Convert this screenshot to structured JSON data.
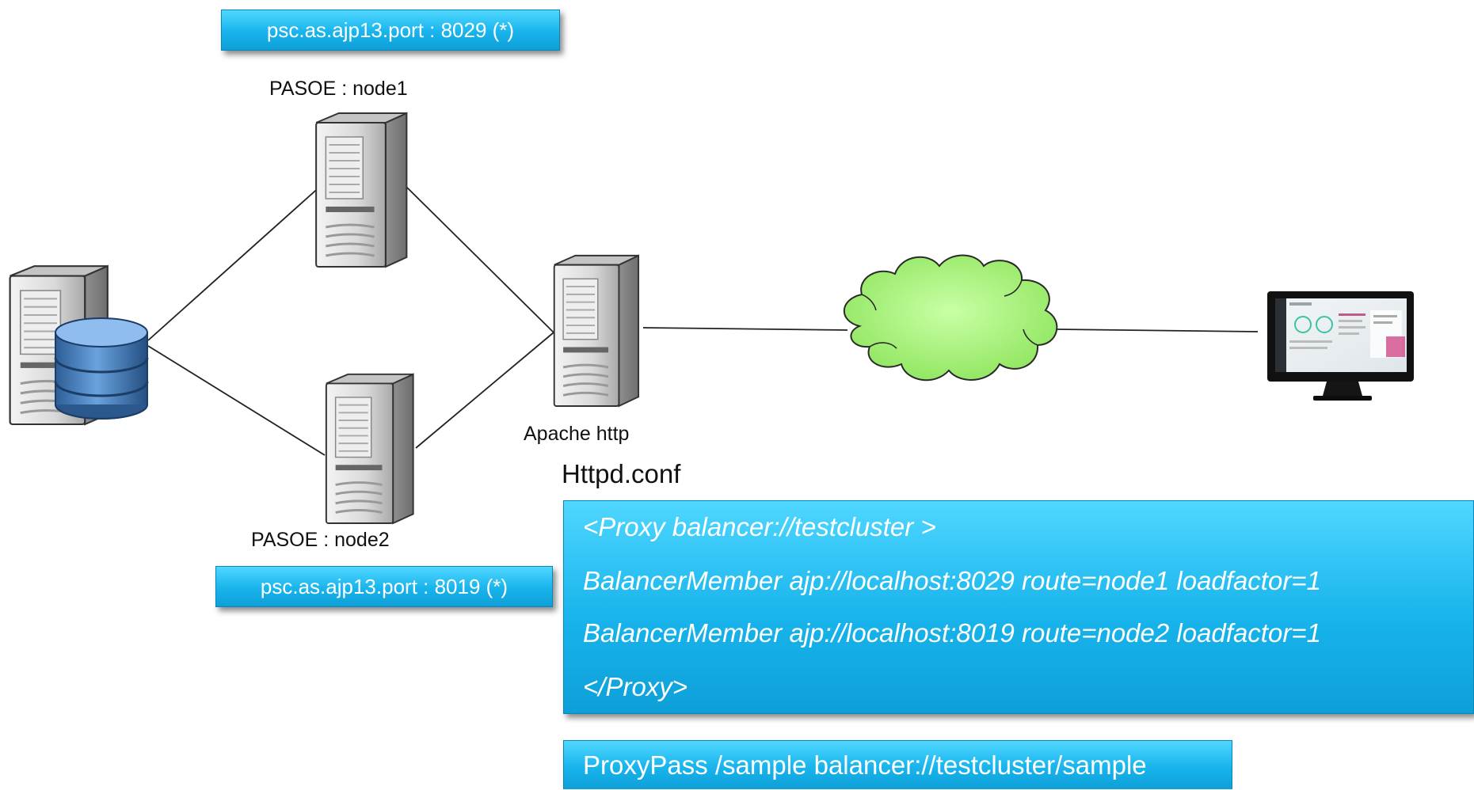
{
  "nodes": {
    "pasoe_node1": {
      "label": "PASOE : node1",
      "port_note": "psc.as.ajp13.port : 8029 (*)"
    },
    "pasoe_node2": {
      "label": "PASOE : node2",
      "port_note": "psc.as.ajp13.port : 8019 (*)"
    },
    "apache": {
      "label": "Apache http"
    }
  },
  "config": {
    "title": "Httpd.conf",
    "proxy_lines": [
      "<Proxy balancer://testcluster >",
      "BalancerMember ajp://localhost:8029  route=node1 loadfactor=1",
      "BalancerMember ajp://localhost:8019  route=node2 loadfactor=1",
      "</Proxy>"
    ],
    "proxypass": "ProxyPass /sample balancer://testcluster/sample"
  },
  "icons": [
    "database-server-icon",
    "server-icon",
    "cloud-icon",
    "monitor-icon"
  ],
  "colors": {
    "callout": "#18b4ec",
    "cloud": "#a8f07c",
    "server": "#d6d6d6",
    "database": "#3f79b8"
  }
}
